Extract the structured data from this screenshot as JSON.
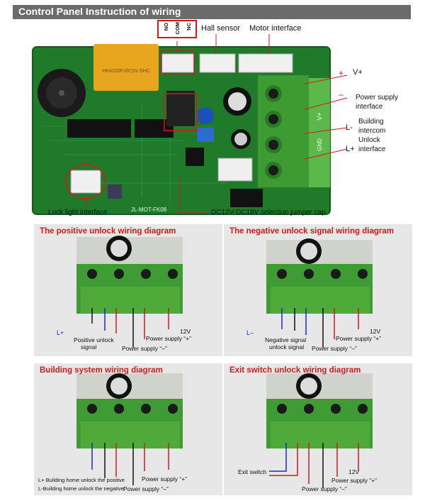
{
  "header": {
    "title": "Control Panel Instruction of wiring"
  },
  "board": {
    "relay_pins": [
      "NO",
      "COM",
      "NC"
    ],
    "hall_sensor": "Hall sensor",
    "motor_interface": "Motor interface",
    "v_plus": "V+",
    "plus_sign": "+",
    "minus_sign": "–",
    "power_supply": "Power supply",
    "power_supply_interface": "interface",
    "l_minus": "L-",
    "l_plus": "L+",
    "intercom_line1": "Building",
    "intercom_line2": "intercom",
    "intercom_line3": "Unlock",
    "intercom_line4": "interface",
    "lock_light": "Lock light interface",
    "jumper": "DC12V-DC18V selection jumper cap",
    "board_id": "JL-MOT-FK08",
    "terminal_v": "V+",
    "terminal_gnd": "GND",
    "relay_text": "HK4100F-DC5V-SHC"
  },
  "panels": [
    {
      "title": "The positive unlock wiring diagram",
      "side_label": "L+",
      "signal_line1": "Positive unlock",
      "signal_line2": "signal",
      "ps_plus_a": "12V",
      "ps_plus_b": "Power supply “+”",
      "ps_minus": "Power supply “–”"
    },
    {
      "title": "The negative unlock signal wiring diagram",
      "side_label": "L–",
      "signal_line1": "Negative signal",
      "signal_line2": "unlock signal",
      "ps_plus_a": "12V",
      "ps_plus_b": "Power supply “+”",
      "ps_minus": "Power supply “–”"
    },
    {
      "title": "Building system wiring diagram",
      "note1": "L+ Building  home  unlock the positive",
      "note2": "L-Building  home  unlock the negative",
      "ps_plus": "Power supply “+”",
      "ps_minus": "Power supply “–”"
    },
    {
      "title": "Exit switch unlock wiring diagram",
      "exit_switch": "Exit switch",
      "ps_plus_a": "12V",
      "ps_plus_b": "Power supply “+”",
      "ps_minus": "Power supply “–”"
    }
  ],
  "colors": {
    "pcb": "#1f7a2a",
    "terminal": "#4faa3a",
    "accent": "#d21a1a",
    "blue": "#1a2bd0",
    "header_bg": "#6b6b6b"
  }
}
